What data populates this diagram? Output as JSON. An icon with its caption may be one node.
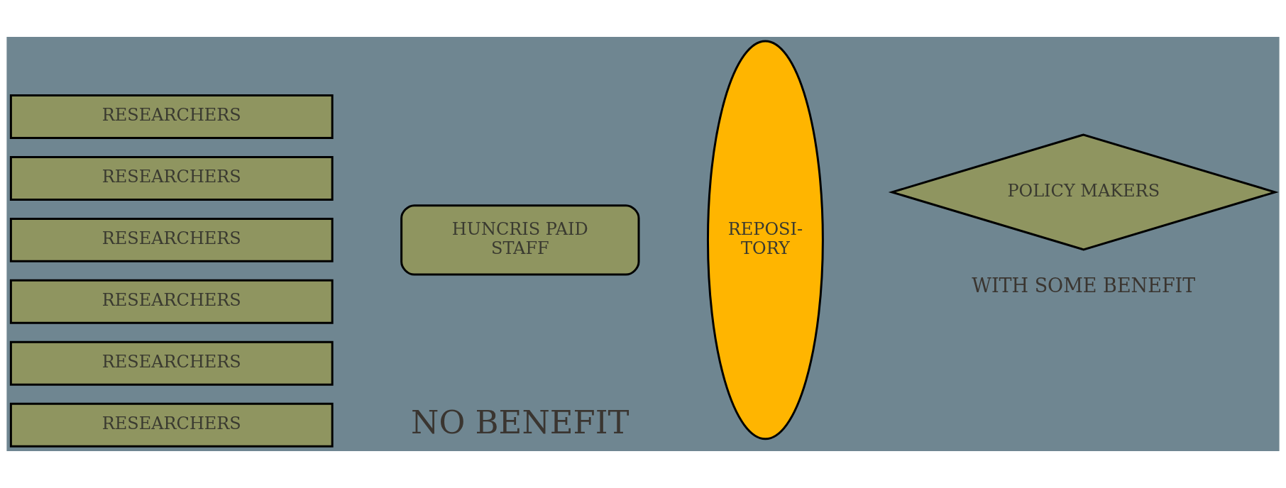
{
  "diagram": {
    "nodes": [
      {
        "text": [
          "RESEARCHERS"
        ]
      },
      {
        "text": [
          "RESEARCHERS"
        ]
      },
      {
        "text": [
          "RESEARCHERS"
        ]
      },
      {
        "text": [
          "RESEARCHERS"
        ]
      },
      {
        "text": [
          "RESEARCHERS"
        ]
      },
      {
        "text": [
          "RESEARCHERS"
        ]
      },
      {
        "text": [
          "HUNCRIS PAID STAFF"
        ]
      },
      {
        "text": [
          "REPOSI- TORY"
        ]
      },
      {
        "text": [
          "POLICY MAKERS"
        ]
      }
    ],
    "edges": [],
    "labels": [
      "NO BENEFIT",
      "WITH SOME BENEFIT"
    ]
  }
}
